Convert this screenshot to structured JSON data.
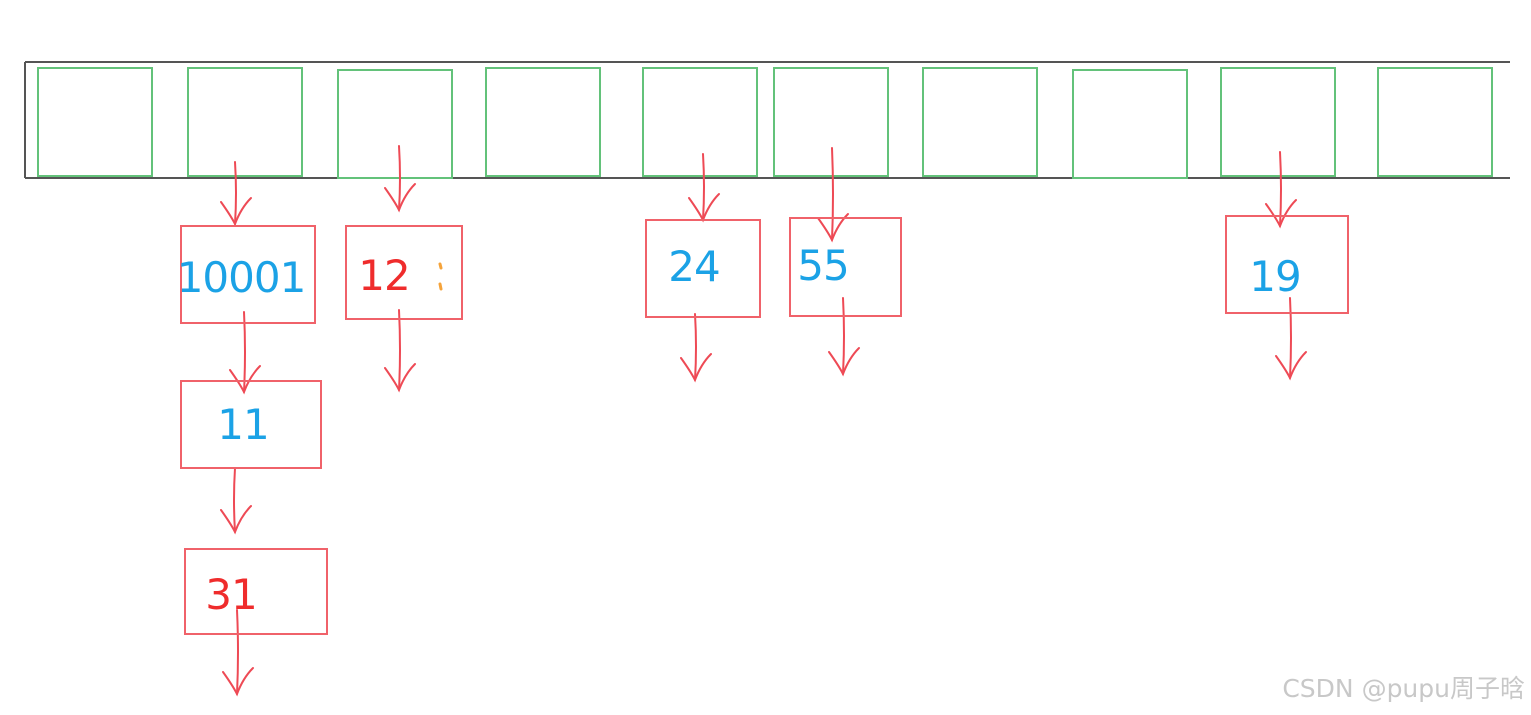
{
  "colors": {
    "bucket_stroke": "#63c27a",
    "node_stroke": "#f0626a",
    "arrow_stroke": "#ee4a55",
    "text_blue": "#1ba2e6",
    "text_red": "#ef2c2c",
    "frame_stroke": "#555555",
    "watermark": "#c8c8c8"
  },
  "hash_table": {
    "bucket_count": 10
  },
  "chains": [
    {
      "bucket": 1,
      "nodes": [
        {
          "label": "10001",
          "color": "blue"
        },
        {
          "label": "11",
          "color": "blue"
        },
        {
          "label": "31",
          "color": "red"
        }
      ]
    },
    {
      "bucket": 2,
      "nodes": [
        {
          "label": "12",
          "color": "red"
        }
      ]
    },
    {
      "bucket": 4,
      "nodes": [
        {
          "label": "24",
          "color": "blue"
        }
      ]
    },
    {
      "bucket": 5,
      "nodes": [
        {
          "label": "55",
          "color": "blue"
        }
      ]
    },
    {
      "bucket": 8,
      "nodes": [
        {
          "label": "19",
          "color": "blue"
        }
      ]
    }
  ],
  "watermark": {
    "text": "CSDN @pupu周子晗"
  }
}
